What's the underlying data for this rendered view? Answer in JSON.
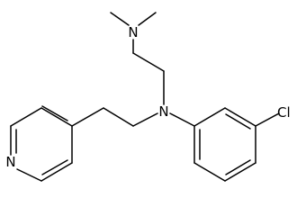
{
  "molecule": {
    "atom_labels": {
      "dimethylamino_n": "N",
      "central_n": "N",
      "pyridine_n": "N",
      "chlorine": "Cl"
    },
    "colors": {
      "bond": "#000000",
      "label": "#000000",
      "background": "#ffffff"
    }
  }
}
